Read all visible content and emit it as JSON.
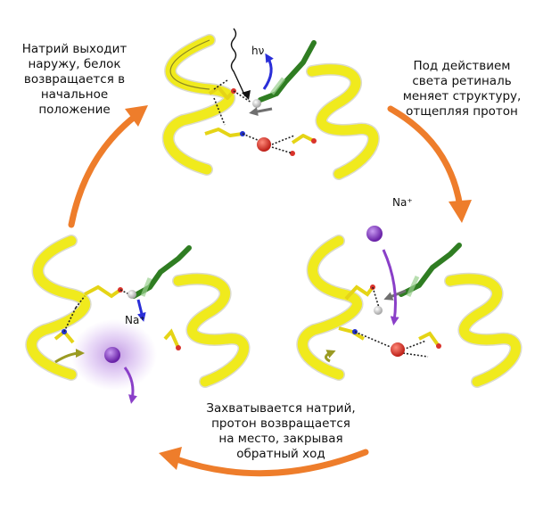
{
  "captions": {
    "top_left": "Натрий выходит\nнаружу, белок\nвозвращается в\nначальное\nположение",
    "right": "Под действием\nсвета ретиналь\nменяет структуру,\nотщепляя протон",
    "bottom": "Захватывается натрий,\nпротон возвращается\nна место, закрывая\nобратный ход"
  },
  "labels": {
    "hv": "hν",
    "na_right": "Na⁺",
    "na_left": "Na⁺"
  },
  "colors": {
    "cycle_arrow": "#ee7d2b",
    "helix": "#f0ea1d",
    "retinal": "#2f7d22",
    "sodium": "#8a3fc8",
    "water": "#d9332b",
    "nitrogen": "#1f2fcf"
  }
}
